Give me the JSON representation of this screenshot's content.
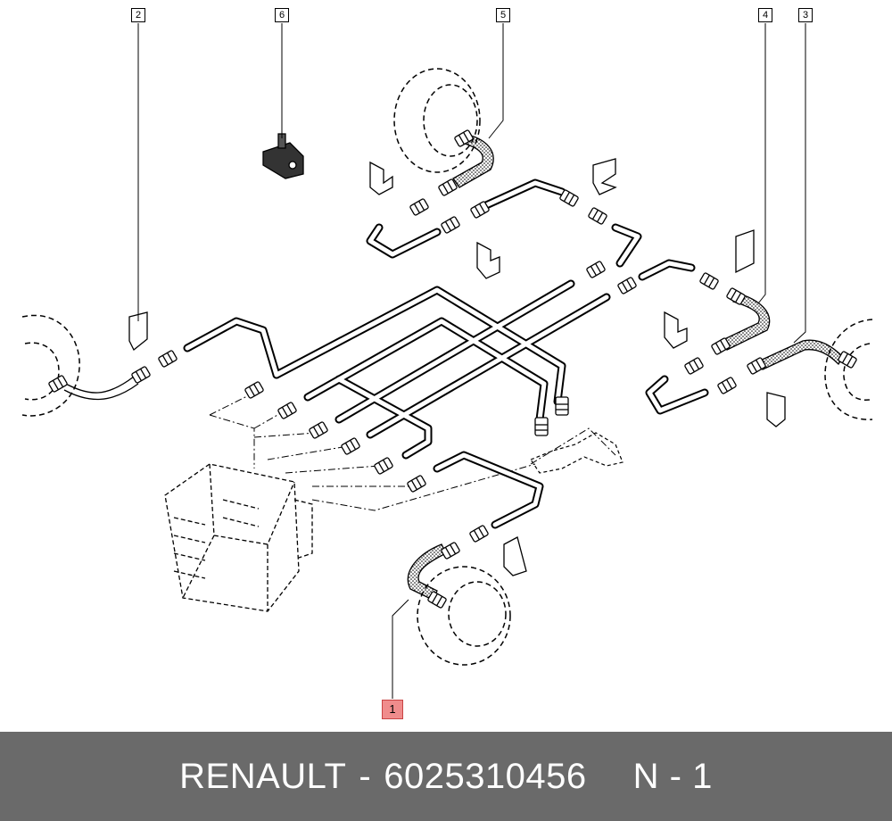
{
  "callouts": [
    {
      "id": "1",
      "highlight": true
    },
    {
      "id": "2",
      "highlight": false
    },
    {
      "id": "3",
      "highlight": false
    },
    {
      "id": "4",
      "highlight": false
    },
    {
      "id": "5",
      "highlight": false
    },
    {
      "id": "6",
      "highlight": false
    }
  ],
  "footer": {
    "brand": "RENAULT",
    "separator": "-",
    "part_number": "6025310456",
    "position": "N - 1"
  },
  "colors": {
    "highlight_fill": "#f08c8c",
    "footer_bg": "#6a6a6a",
    "line": "#000000"
  }
}
